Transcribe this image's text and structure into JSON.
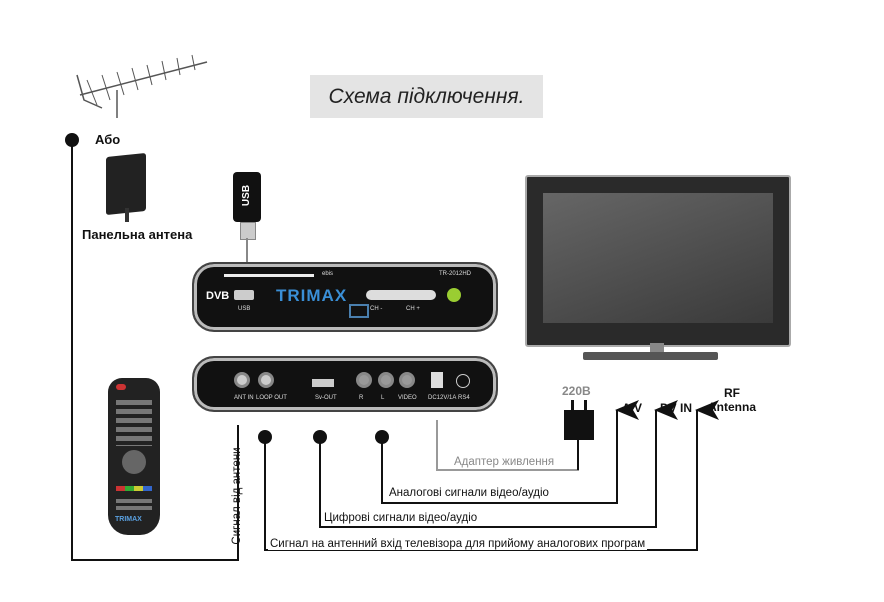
{
  "title": "Схема підключення.",
  "antenna": {
    "or_label": "Або",
    "panel_label": "Панельна антена"
  },
  "usb_stick": {
    "label": "USB"
  },
  "front_panel": {
    "brand": "TRIMAX",
    "model": "TR-2012HD",
    "logo": "DVB",
    "top_label": "ebis",
    "usb": "USB",
    "ch_minus": "CH -",
    "ch_plus": "CH +",
    "power_color": "#9acd32"
  },
  "back_panel": {
    "ports": [
      "ANT IN",
      "LOOP OUT",
      "Sv-OUT",
      "R",
      "L",
      "VIDEO",
      "DC12V/1A",
      "RS4"
    ]
  },
  "remote": {
    "brand": "TRIMAX"
  },
  "tv_inputs": {
    "power": "220В",
    "av": "A/V",
    "dv_in": "DV IN",
    "rf": "RF Antenna"
  },
  "connections": {
    "antenna_signal": "Сигнал від антени",
    "power_adapter": "Адаптер живлення",
    "analog": "Аналогові сигнали відео/аудіо",
    "digital": "Цифрові сигнали відео/аудіо",
    "rf_out": "Сигнал на антенний вхід телевізора для прийому аналогових програм"
  }
}
